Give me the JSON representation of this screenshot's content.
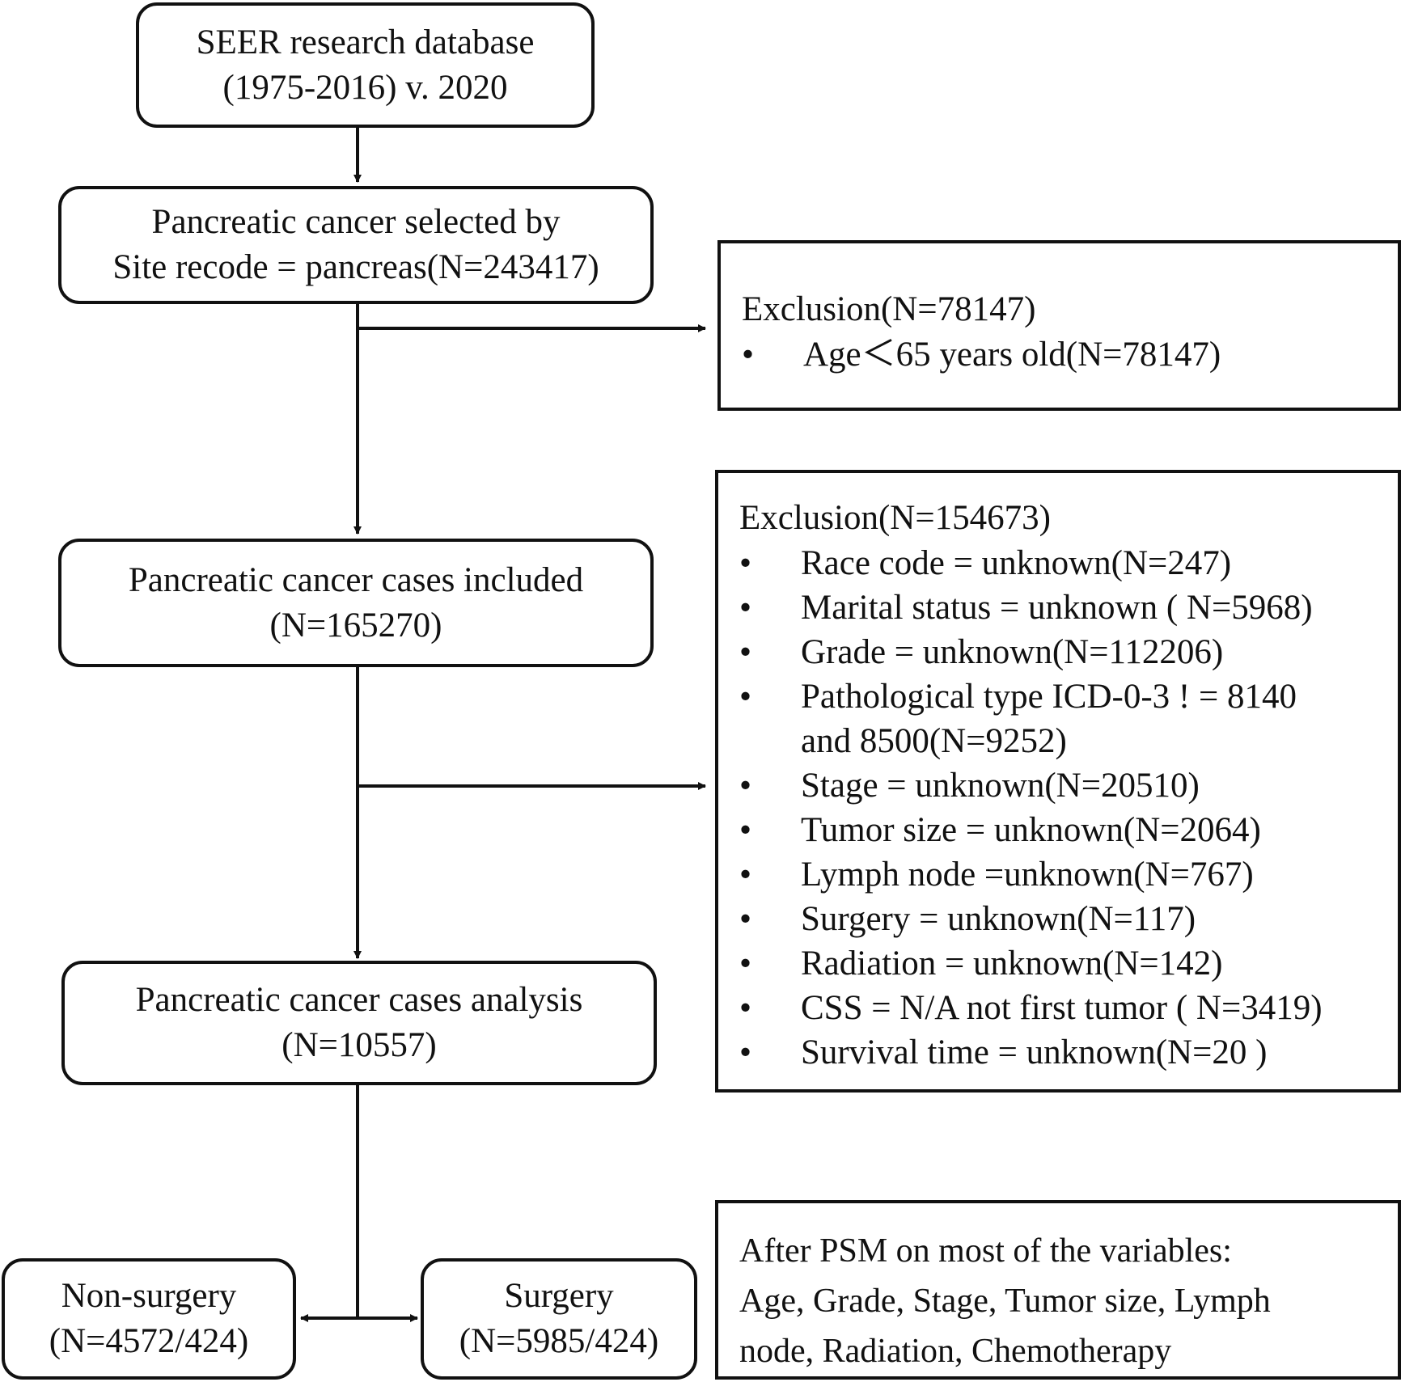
{
  "box_seer": {
    "line1": "SEER research database",
    "line2": "(1975-2016) v. 2020"
  },
  "box_selected": {
    "line1": "Pancreatic cancer selected by",
    "line2": "Site recode = pancreas(N=243417)"
  },
  "box_included": {
    "line1": "Pancreatic cancer cases included",
    "line2": "(N=165270)"
  },
  "box_analysis": {
    "line1": "Pancreatic cancer cases analysis",
    "line2": "(N=10557)"
  },
  "box_nonsurgery": {
    "line1": "Non-surgery",
    "line2": "(N=4572/424)"
  },
  "box_surgery": {
    "line1": "Surgery",
    "line2": "(N=5985/424)"
  },
  "exclusion1": {
    "title": "Exclusion(N=78147)",
    "items": [
      "Age＜65 years old(N=78147)"
    ]
  },
  "exclusion2": {
    "title": "Exclusion(N=154673)",
    "items": [
      "Race code = unknown(N=247)",
      "Marital status = unknown ( N=5968)",
      "Grade = unknown(N=112206)",
      "Pathological type ICD-0-3 ! = 8140",
      "Stage = unknown(N=20510)",
      "Tumor size = unknown(N=2064)",
      "Lymph node =unknown(N=767)",
      "Surgery = unknown(N=117)",
      "Radiation = unknown(N=142)",
      "CSS = N/A not first tumor (  N=3419)",
      "Survival time = unknown(N=20 )"
    ],
    "item4_cont": "and  8500(N=9252)"
  },
  "psm": {
    "line1": "After PSM on most of the variables:",
    "line2": "Age, Grade, Stage, Tumor size, Lymph",
    "line3": "node,  Radiation, Chemotherapy"
  }
}
